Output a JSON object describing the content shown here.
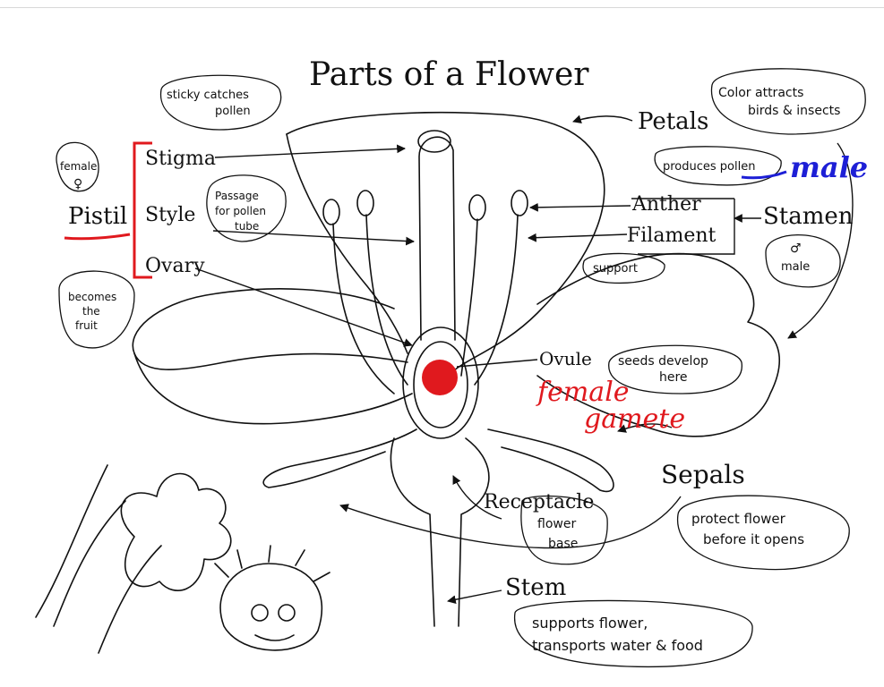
{
  "diagram": {
    "title": "Parts of a Flower",
    "labels": {
      "stigma": "Stigma",
      "style": "Style",
      "ovary": "Ovary",
      "pistil": "Pistil",
      "petals": "Petals",
      "anther": "Anther",
      "filament": "Filament",
      "stamen": "Stamen",
      "ovule": "Ovule",
      "sepals": "Sepals",
      "receptacle": "Receptacle",
      "stem": "Stem"
    },
    "bubbles": {
      "stigma_note_1": "sticky catches",
      "stigma_note_2": "pollen",
      "female_1": "female",
      "female_symbol": "♀",
      "style_note_1": "Passage",
      "style_note_2": "for pollen",
      "style_note_3": "tube",
      "ovary_note_1": "becomes",
      "ovary_note_2": "the",
      "ovary_note_3": "fruit",
      "petal_note_1": "Color attracts",
      "petal_note_2": "birds & insects",
      "anther_note": "produces pollen",
      "filament_note": "support",
      "male_symbol": "♂",
      "male_label": "male",
      "ovule_note_1": "seeds develop",
      "ovule_note_2": "here",
      "receptacle_note_1": "flower",
      "receptacle_note_2": "base",
      "sepal_note_1": "protect flower",
      "sepal_note_2": "before it opens",
      "stem_note_1": "supports flower,",
      "stem_note_2": "transports water & food"
    },
    "annotations": {
      "male_handwritten": "male",
      "female_handwritten": "female",
      "gamete_handwritten": "gamete"
    },
    "colors": {
      "ink": "#111111",
      "annotation_red": "#e0191e",
      "annotation_blue": "#1d1fd6"
    }
  }
}
